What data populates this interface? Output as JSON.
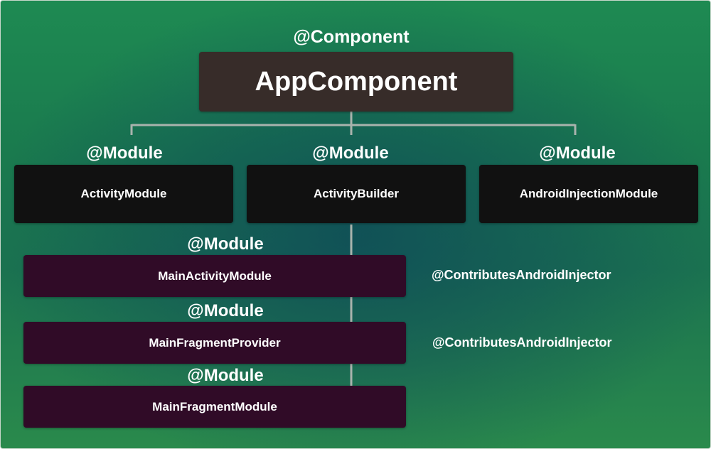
{
  "diagram": {
    "component": {
      "annotation": "@Component",
      "label": "AppComponent"
    },
    "modules": [
      {
        "annotation": "@Module",
        "label": "ActivityModule"
      },
      {
        "annotation": "@Module",
        "label": "ActivityBuilder"
      },
      {
        "annotation": "@Module",
        "label": "AndroidInjectionModule"
      }
    ],
    "submodules": [
      {
        "annotation": "@Module",
        "label": "MainActivityModule",
        "side_note": "@ContributesAndroidInjector"
      },
      {
        "annotation": "@Module",
        "label": "MainFragmentProvider",
        "side_note": "@ContributesAndroidInjector"
      },
      {
        "annotation": "@Module",
        "label": "MainFragmentModule"
      }
    ],
    "colors": {
      "component_box": "#372c29",
      "module_box": "#111111",
      "submodule_box": "#300b27",
      "connector": "#a9b3ad",
      "text": "#ffffff"
    }
  }
}
